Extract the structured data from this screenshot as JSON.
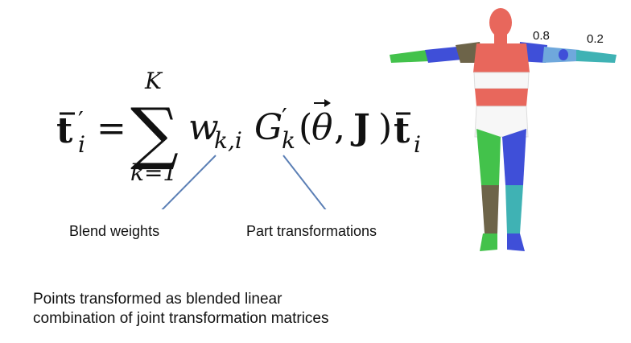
{
  "equation": {
    "lhs_symbol": "t",
    "lhs_subscript": "i",
    "prime": "′",
    "equals": "=",
    "sum_sign": "∑",
    "sum_upper": "K",
    "sum_lower": "k=1",
    "weight_symbol": "w",
    "weight_subscript": "k,i",
    "transform_symbol": "G",
    "transform_subscript": "k",
    "open_paren": "(",
    "theta": "θ",
    "comma": ",",
    "joints": "J",
    "close_paren": ")",
    "rest_symbol": "t",
    "rest_subscript": "i"
  },
  "labels": {
    "blend_weights": "Blend weights",
    "part_transformations": "Part transformations"
  },
  "caption": {
    "line1": "Points transformed as blended linear",
    "line2": "combination of joint transformation matrices"
  },
  "figure": {
    "weight_left": "0.8",
    "weight_right": "0.2",
    "colors": {
      "red": "#e8675c",
      "blue": "#3f4fd8",
      "green": "#43c24b",
      "olive": "#6d6449",
      "teal": "#3fb2b4",
      "light_blue": "#6fa8dc",
      "white": "#f7f7f7"
    }
  },
  "colors": {
    "arrow": "#5b7fb5",
    "text": "#111111"
  }
}
